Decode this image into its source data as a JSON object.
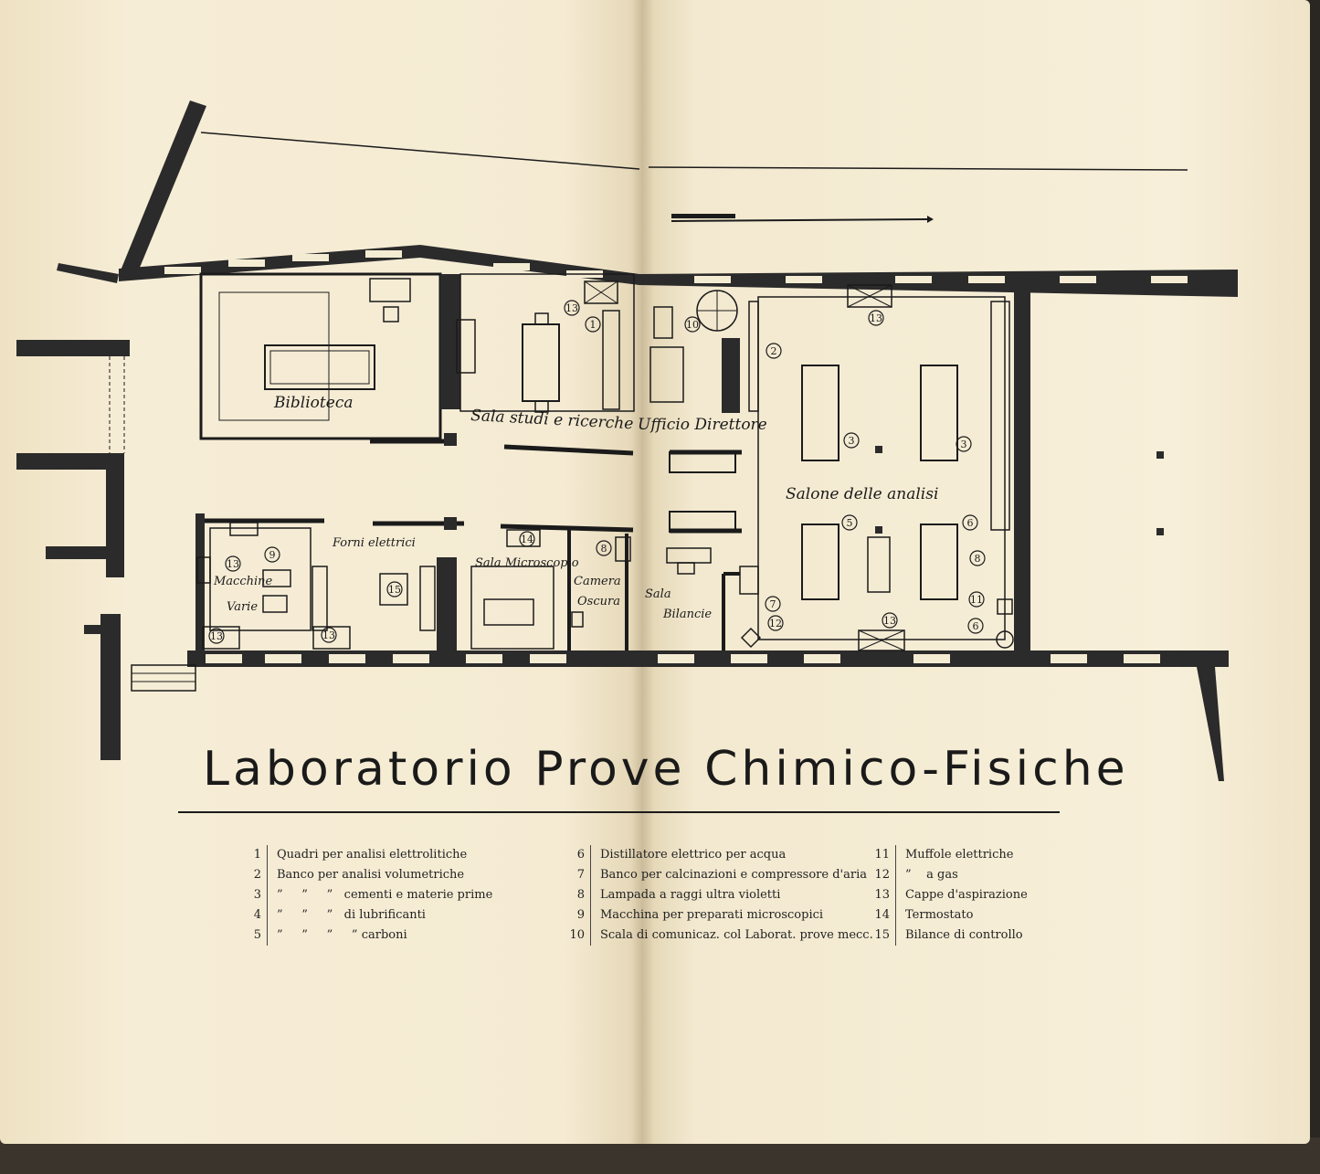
{
  "plan": {
    "rooms": {
      "biblioteca": "Biblioteca",
      "sala_studi": "Sala studi e ricerche",
      "ufficio_direttore": "Ufficio Direttore",
      "salone_analisi": "Salone delle analisi",
      "forni_elettrici": "Forni elettrici",
      "sala_microscopio": "Sala Microscopio",
      "camera_oscura_1": "Camera",
      "camera_oscura_2": "Oscura",
      "sala_bilancie_1": "Sala",
      "sala_bilancie_2": "Bilancie",
      "macchine_1": "Macchine",
      "macchine_2": "Varie"
    },
    "markers": [
      "1",
      "2",
      "3",
      "3",
      "5",
      "6",
      "6",
      "7",
      "8",
      "8",
      "9",
      "10",
      "11",
      "12",
      "13",
      "13",
      "13",
      "13",
      "13",
      "13",
      "14",
      "15"
    ]
  },
  "title": "Laboratorio Prove Chimico-Fisiche",
  "legend": {
    "col1": [
      {
        "num": "1",
        "text": "Quadri per analisi elettrolitiche"
      },
      {
        "num": "2",
        "text": "Banco per analisi volumetriche"
      },
      {
        "num": "3",
        "text": "”     ”     ”   cementi e materie prime"
      },
      {
        "num": "4",
        "text": "”     ”     ”   di lubrificanti"
      },
      {
        "num": "5",
        "text": "”     ”     ”     ” carboni"
      }
    ],
    "col2": [
      {
        "num": "6",
        "text": "Distillatore elettrico per acqua"
      },
      {
        "num": "7",
        "text": "Banco per calcinazioni e compressore d'aria"
      },
      {
        "num": "8",
        "text": "Lampada a raggi ultra violetti"
      },
      {
        "num": "9",
        "text": "Macchina per preparati microscopici"
      },
      {
        "num": "10",
        "text": "Scala di comunicaz. col Laborat. prove mecc."
      }
    ],
    "col3": [
      {
        "num": "11",
        "text": "Muffole elettriche"
      },
      {
        "num": "12",
        "text": "”    a gas"
      },
      {
        "num": "13",
        "text": "Cappe d'aspirazione"
      },
      {
        "num": "14",
        "text": "Termostato"
      },
      {
        "num": "15",
        "text": "Bilance di controllo"
      }
    ]
  },
  "colors": {
    "paper": "#f4ebd3",
    "ink": "#1b1b1b",
    "background": "#2a2622"
  }
}
